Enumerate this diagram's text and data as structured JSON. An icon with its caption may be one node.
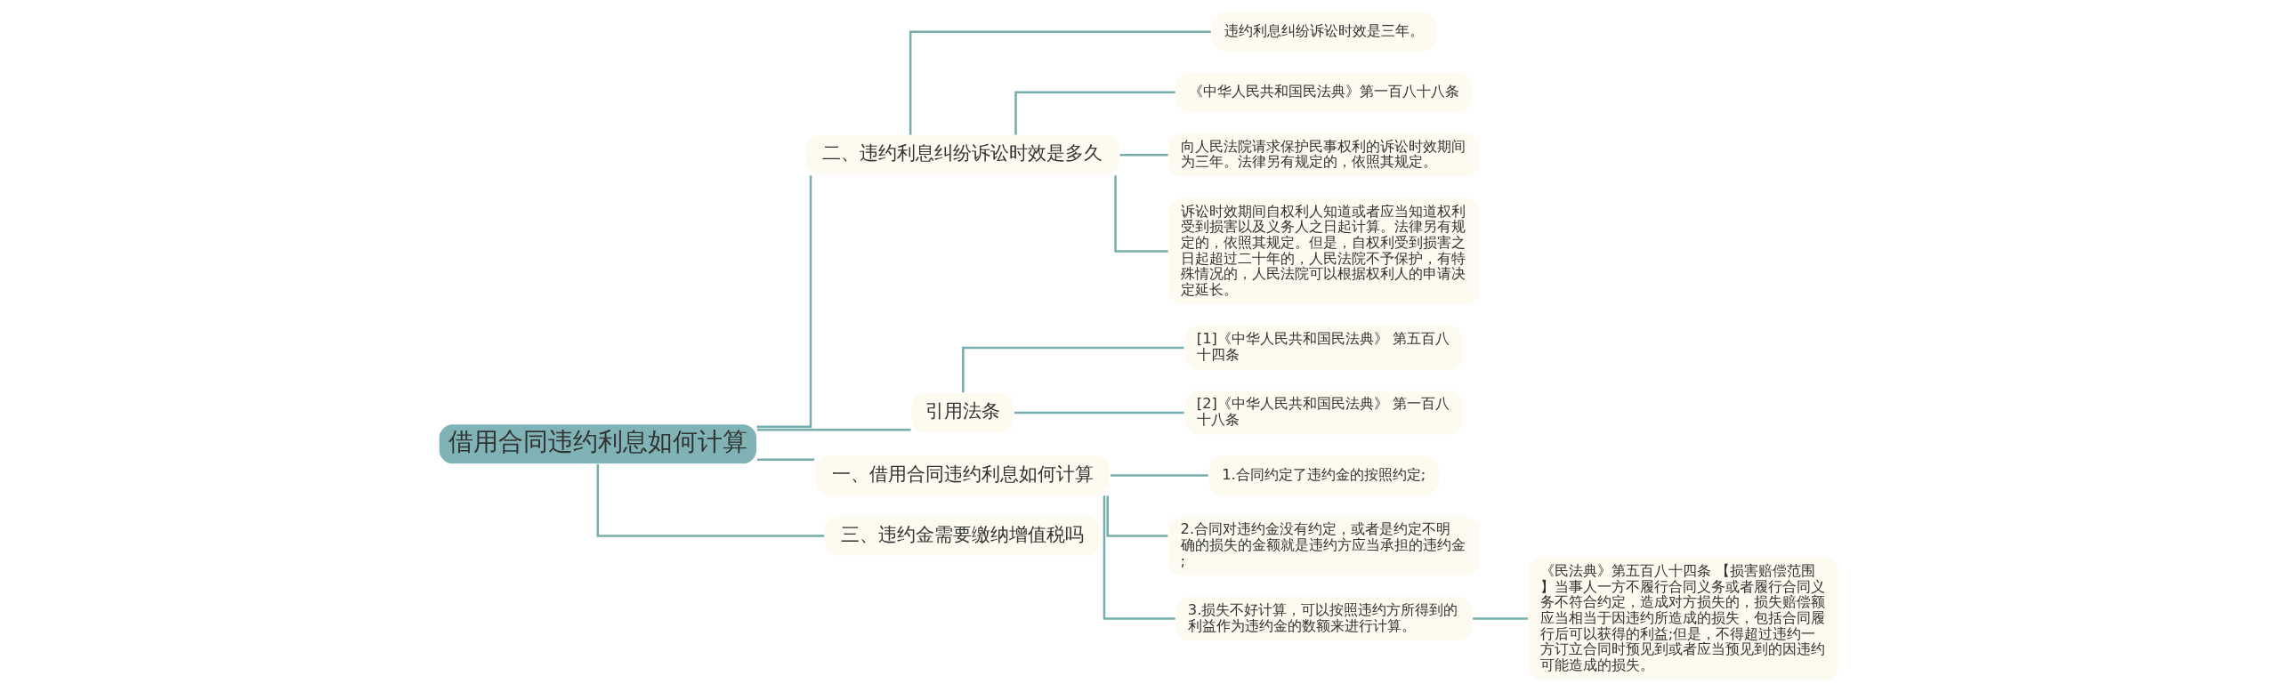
{
  "diagram": {
    "nodes": [
      {
        "text": [
          "借用合同违约利息如何计算"
        ]
      },
      {
        "text": [
          "二、违约利息纠纷诉讼时效是多久"
        ]
      },
      {
        "text": [
          "违约利息纠纷诉讼时效是三年。"
        ]
      },
      {
        "text": [
          "《中华人民共和国民法典》第一百八十八条"
        ]
      },
      {
        "text": [
          "向人民法院请求保护民事权利的诉讼时效期间为三年。法律另有规定的，依照其规定。"
        ]
      },
      {
        "text": [
          "诉讼时效期间自权利人知道或者应当知道权利受到损害以及义务人之日起计算。法律另有规定的，依照其规定。但是，自权利受到损害之日起超过二十年的，人民法院不予保护，有特殊情况的，人民法院可以根据权利人的申请决定延长。"
        ]
      },
      {
        "text": [
          "引用法条"
        ]
      },
      {
        "text": [
          "[1]《中华人民共和国民法典》 第五百八十四条"
        ]
      },
      {
        "text": [
          "[2]《中华人民共和国民法典》 第一百八十八条"
        ]
      },
      {
        "text": [
          "一、借用合同违约利息如何计算"
        ]
      },
      {
        "text": [
          "1.合同约定了违约金的按照约定;"
        ]
      },
      {
        "text": [
          "2.合同对违约金没有约定，或者是约定不明确的损失的金额就是违约方应当承担的违约金;"
        ]
      },
      {
        "text": [
          "3.损失不好计算，可以按照违约方所得到的利益作为违约金的数额来进行计算。"
        ]
      },
      {
        "text": [
          "《民法典》第五百八十四条 【损害赔偿范围】当事人一方不履行合同义务或者履行合同义务不符合约定，造成对方损失的，损失赔偿额应当相当于因违约所造成的损失，包括合同履行后可以获得的利益;但是，不得超过违约一方订立合同时预见到或者应当预见到的因违约可能造成的损失。"
        ]
      },
      {
        "text": [
          "三、违约金需要缴纳增值税吗"
        ]
      }
    ],
    "edges": [
      {
        "from": 0,
        "to": 1,
        "arrow": "none"
      },
      {
        "from": 1,
        "to": 2,
        "arrow": "none"
      },
      {
        "from": 1,
        "to": 3,
        "arrow": "none"
      },
      {
        "from": 1,
        "to": 4,
        "arrow": "none"
      },
      {
        "from": 1,
        "to": 5,
        "arrow": "none"
      },
      {
        "from": 0,
        "to": 6,
        "arrow": "none"
      },
      {
        "from": 6,
        "to": 7,
        "arrow": "none"
      },
      {
        "from": 6,
        "to": 8,
        "arrow": "none"
      },
      {
        "from": 0,
        "to": 9,
        "arrow": "none"
      },
      {
        "from": 9,
        "to": 10,
        "arrow": "none"
      },
      {
        "from": 9,
        "to": 11,
        "arrow": "none"
      },
      {
        "from": 9,
        "to": 12,
        "arrow": "none"
      },
      {
        "from": 12,
        "to": 13,
        "arrow": "none"
      },
      {
        "from": 0,
        "to": 14,
        "arrow": "none"
      }
    ]
  }
}
